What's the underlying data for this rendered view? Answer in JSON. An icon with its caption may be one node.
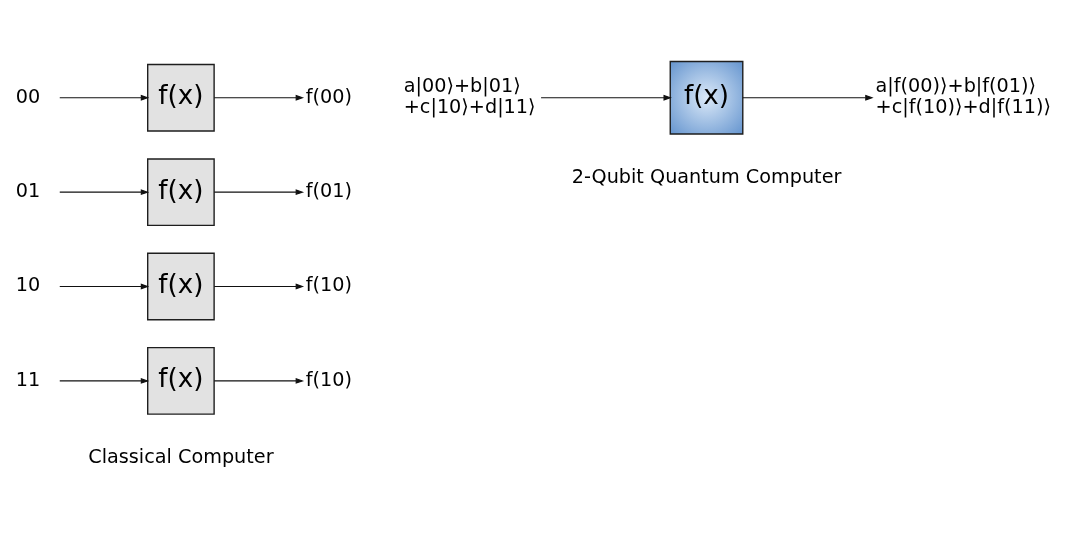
{
  "diagram": {
    "nodes": [
      {
        "text": [
          "00"
        ]
      },
      {
        "text": [
          "f(x)"
        ]
      },
      {
        "text": [
          "f(00)"
        ]
      },
      {
        "text": [
          "01"
        ]
      },
      {
        "text": [
          "f(x)"
        ]
      },
      {
        "text": [
          "f(01)"
        ]
      },
      {
        "text": [
          "10"
        ]
      },
      {
        "text": [
          "f(x)"
        ]
      },
      {
        "text": [
          "f(10)"
        ]
      },
      {
        "text": [
          "11"
        ]
      },
      {
        "text": [
          "f(x)"
        ]
      },
      {
        "text": [
          "f(10)"
        ]
      },
      {
        "text": [
          "a|00⟩+b|01⟩ +c|10⟩+d|11⟩"
        ]
      },
      {
        "text": [
          "f(x)"
        ]
      },
      {
        "text": [
          "a|f(00)⟩+b|f(01)⟩ +c|f(10)⟩+d|f(11)⟩"
        ]
      }
    ],
    "edges": [
      {
        "from": 0,
        "to": 1,
        "arrow": "to"
      },
      {
        "from": 1,
        "to": 2,
        "arrow": "to"
      },
      {
        "from": 3,
        "to": 4,
        "arrow": "to"
      },
      {
        "from": 4,
        "to": 5,
        "arrow": "to"
      },
      {
        "from": 6,
        "to": 7,
        "arrow": "to"
      },
      {
        "from": 7,
        "to": 8,
        "arrow": "to"
      },
      {
        "from": 9,
        "to": 10,
        "arrow": "to"
      },
      {
        "from": 10,
        "to": 11,
        "arrow": "to"
      },
      {
        "from": 12,
        "to": 13,
        "arrow": "to"
      },
      {
        "from": 13,
        "to": 14,
        "arrow": "to"
      }
    ],
    "labels": [
      "Classical Computer",
      "2-Qubit Quantum Computer"
    ]
  }
}
